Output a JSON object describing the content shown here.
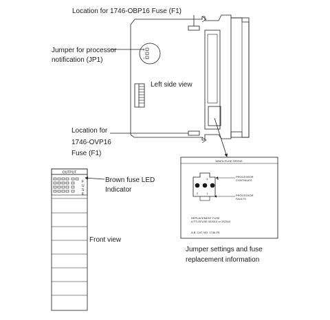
{
  "labels": {
    "fuse_obp16": "Location for 1746-OBP16 Fuse (F1)",
    "jumper_line1": "Jumper for processor",
    "jumper_line2": "notification (JP1)",
    "left_side_view": "Left side view",
    "ovp16_line1": "Location for",
    "ovp16_line2": "1746-OVP16",
    "ovp16_line3": "Fuse (F1)",
    "led_line1": "Brown fuse LED",
    "led_line2": "Indicator",
    "front_view": "Front view",
    "jumper_settings_line1": "Jumper settings and fuse",
    "jumper_settings_line2": "replacement information"
  },
  "front_panel": {
    "header": "OUTPUT",
    "fuse_letters": [
      "F",
      "U",
      "S",
      "E"
    ]
  },
  "info_label": {
    "title": "WHEN FUSE OPENS",
    "pin_3": "3",
    "pin_2_top": "2",
    "pin_2_bottom": "2",
    "pin_1": "1",
    "continues_line1": "PROCESSOR",
    "continues_line2": "CONTINUES",
    "faults_line1": "PROCESSOR",
    "faults_line2": "FAULTS",
    "replacement_line1": "REPLACEMENT FUSE",
    "replacement_line2": "LITTLEFUSE 322010 or 332010",
    "catalog": "A.B. CAT. NO. 1746-F9"
  }
}
